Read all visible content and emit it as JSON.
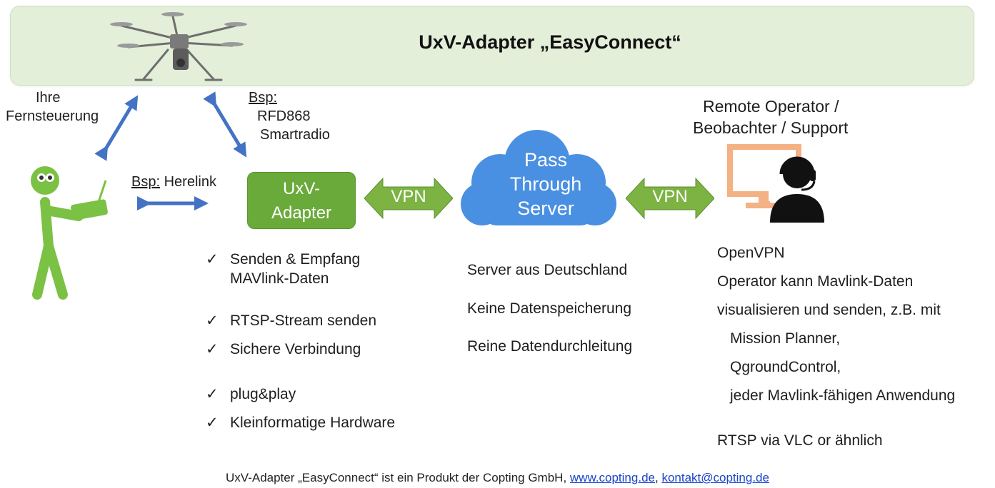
{
  "banner": {
    "title": "UxV-Adapter „EasyConnect“"
  },
  "labels": {
    "ihre_line1": "Ihre",
    "ihre_line2": "Fernsteuerung",
    "bsp_rfd_head": "Bsp:",
    "bsp_rfd_line1": "RFD868",
    "bsp_rfd_line2": "Smartradio",
    "bsp_herelink_prefix": "Bsp:",
    "bsp_herelink_name": " Herelink",
    "remote_line1": "Remote Operator /",
    "remote_line2": "Beobachter / Support"
  },
  "adapter": {
    "line1": "UxV-",
    "line2": "Adapter"
  },
  "vpn": {
    "left": "VPN",
    "right": "VPN"
  },
  "cloud": {
    "line1": "Pass",
    "line2": "Through",
    "line3": "Server"
  },
  "checklist": [
    {
      "line1": "Senden & Empfang",
      "line2": "MAVlink-Daten"
    },
    {
      "line1": "RTSP-Stream senden"
    },
    {
      "line1": "Sichere Verbindung"
    },
    {
      "line1": "plug&play"
    },
    {
      "line1": "Kleinformatige Hardware"
    }
  ],
  "server_info": [
    "Server aus Deutschland",
    "Keine Datenspeicherung",
    "Reine Datendurchleitung"
  ],
  "operator_info": {
    "line1": "OpenVPN",
    "line2": "Operator kann Mavlink-Daten",
    "line3": "visualisieren und senden, z.B. mit",
    "line4": "Mission Planner,",
    "line5": "QgroundControl,",
    "line6": "jeder Mavlink-fähigen Anwendung",
    "line7": "RTSP via VLC or ähnlich"
  },
  "footer": {
    "text": "UxV-Adapter „EasyConnect“ ist ein Produkt der Copting GmbH,",
    "link1": "www.copting.de",
    "separator": ",",
    "link2": "kontakt@copting.de"
  },
  "colors": {
    "banner_bg": "#e3efd9",
    "adapter_green": "#6aaa3a",
    "vpn_green": "#7cb342",
    "cloud_blue": "#4a90e2",
    "arrow_blue": "#4472c4",
    "monitor_orange": "#f4b183",
    "figure_green": "#7bc144",
    "link_blue": "#1a44c8"
  },
  "icons": {
    "drone": "drone-icon",
    "pilot": "pilot-with-remote-icon",
    "cloud": "cloud-icon",
    "operator": "operator-headset-monitor-icon",
    "check": "check-icon"
  }
}
